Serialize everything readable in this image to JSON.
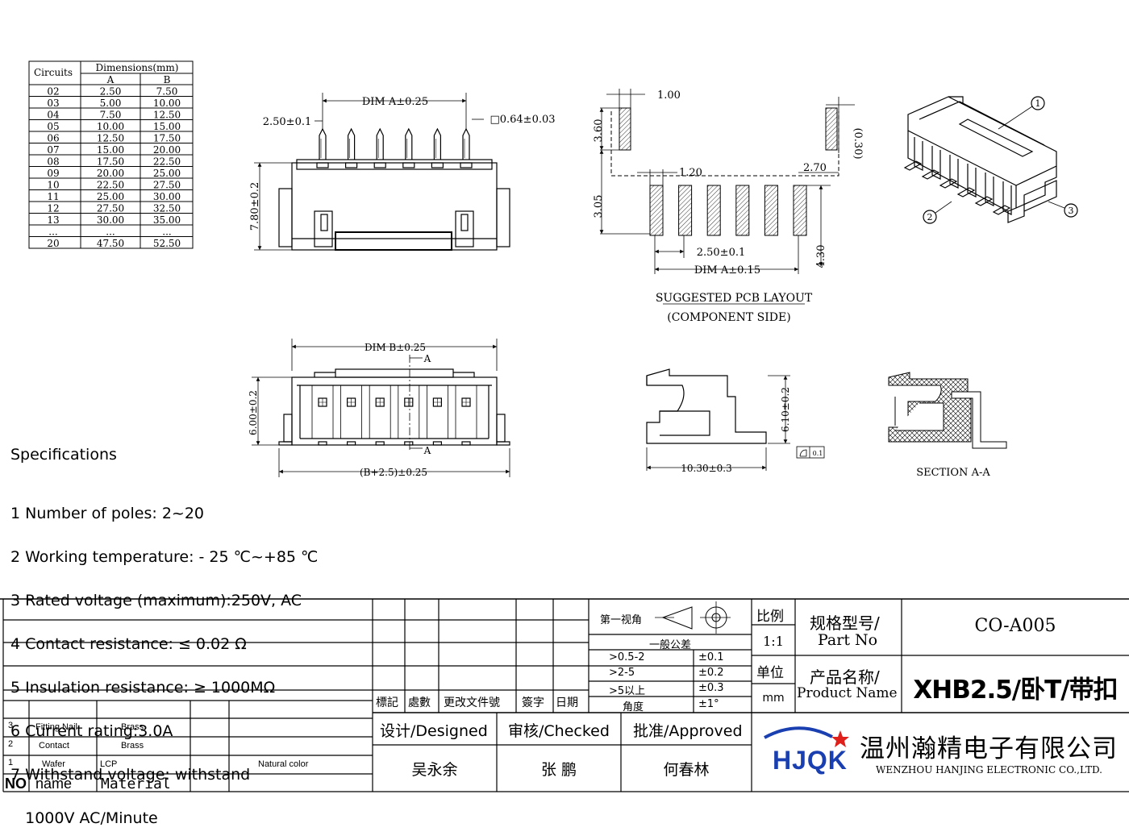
{
  "dimension_table": {
    "header_circuits": "Circuits",
    "header_dimensions": "Dimensions(mm)",
    "header_a": "A",
    "header_b": "B",
    "rows": [
      [
        "02",
        "2.50",
        "7.50"
      ],
      [
        "03",
        "5.00",
        "10.00"
      ],
      [
        "04",
        "7.50",
        "12.50"
      ],
      [
        "05",
        "10.00",
        "15.00"
      ],
      [
        "06",
        "12.50",
        "17.50"
      ],
      [
        "07",
        "15.00",
        "20.00"
      ],
      [
        "08",
        "17.50",
        "22.50"
      ],
      [
        "09",
        "20.00",
        "25.00"
      ],
      [
        "10",
        "22.50",
        "27.50"
      ],
      [
        "11",
        "25.00",
        "30.00"
      ],
      [
        "12",
        "27.50",
        "32.50"
      ],
      [
        "13",
        "30.00",
        "35.00"
      ],
      [
        "...",
        "...",
        "..."
      ],
      [
        "20",
        "47.50",
        "52.50"
      ]
    ]
  },
  "front_view": {
    "dim_a": "DIM A±0.25",
    "pitch": "2.50±0.1",
    "pin": "□0.64±0.03",
    "height": "7.80±0.2"
  },
  "pcb_layout": {
    "d100": "1.00",
    "d360": "3.60",
    "d030": "(0.30)",
    "d120": "1.20",
    "d270": "2.70",
    "d305": "3.05",
    "d430": "4.30",
    "pitch": "2.50±0.1",
    "dim_a": "DIM A±0.15",
    "title": "SUGGESTED PCB LAYOUT",
    "subtitle": "(COMPONENT SIDE)"
  },
  "iso_callouts": [
    "1",
    "2",
    "3"
  ],
  "top_view": {
    "dim_b": "DIM B±0.25",
    "section_a": "A",
    "height": "6.00±0.2",
    "overall": "(B+2.5)±0.25"
  },
  "side_view": {
    "width": "10.30±0.3",
    "height": "6.10±0.2",
    "tolerance": "0.1"
  },
  "section": {
    "label": "SECTION A-A"
  },
  "specifications": {
    "title": "Specifications",
    "items": [
      "1 Number of poles: 2~20",
      "2 Working temperature: - 25 ℃~+85 ℃",
      "3 Rated voltage (maximum):250V, AC",
      "4 Contact resistance: ≤ 0.02 Ω",
      "5 Insulation resistance: ≥ 1000MΩ",
      "6 Current rating:3.0A",
      "7 Withstand voltage: withstand",
      "   1000V AC/Minute"
    ]
  },
  "bom": {
    "rows": [
      {
        "no": "3",
        "name": "Fitting Nail",
        "material": "Brass",
        "note": ""
      },
      {
        "no": "2",
        "name": "Contact",
        "material": "Brass",
        "note": ""
      },
      {
        "no": "1",
        "name": "Wafer",
        "material": "LCP",
        "note": "Natural color"
      }
    ],
    "header": {
      "no": "NO",
      "name": "name",
      "material": "Material"
    }
  },
  "revision": {
    "headers": [
      "標記",
      "處數",
      "更改文件號",
      "簽字",
      "日期"
    ]
  },
  "tolerance": {
    "projection": "第一视角",
    "general": "一般公差",
    "rows": [
      [
        ">0.5-2",
        "±0.1"
      ],
      [
        ">2-5",
        "±0.2"
      ],
      [
        ">5以上",
        "±0.3"
      ],
      [
        "角度",
        "±1°"
      ]
    ]
  },
  "signatures": {
    "designed_label": "设计/Designed",
    "checked_label": "审核/Checked",
    "approved_label": "批准/Approved",
    "designed": "吴永余",
    "checked": "张 鹏",
    "approved": "何春林"
  },
  "title_block": {
    "scale_label": "比例",
    "scale": "1:1",
    "unit_label": "单位",
    "unit": "mm",
    "part_no_label_cn": "规格型号/",
    "part_no_label_en": "Part No",
    "part_no": "CO-A005",
    "product_label_cn": "产品名称/",
    "product_label_en": "Product Name",
    "product": "XHB2.5/卧T/带扣"
  },
  "company": {
    "logo": "HJQK",
    "name_cn": "温州瀚精电子有限公司",
    "name_en": "WENZHOU HANJING ELECTRONIC CO.,LTD.",
    "brand_color": "#1a3fb0",
    "star_color": "#e0201b"
  }
}
